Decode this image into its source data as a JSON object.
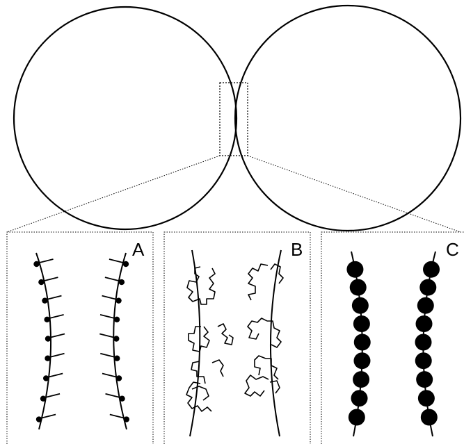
{
  "colors": {
    "stroke": "#000000",
    "background": "#ffffff"
  },
  "panels": [
    {
      "id": "A",
      "label": "A"
    },
    {
      "id": "B",
      "label": "B"
    },
    {
      "id": "C",
      "label": "C"
    }
  ]
}
